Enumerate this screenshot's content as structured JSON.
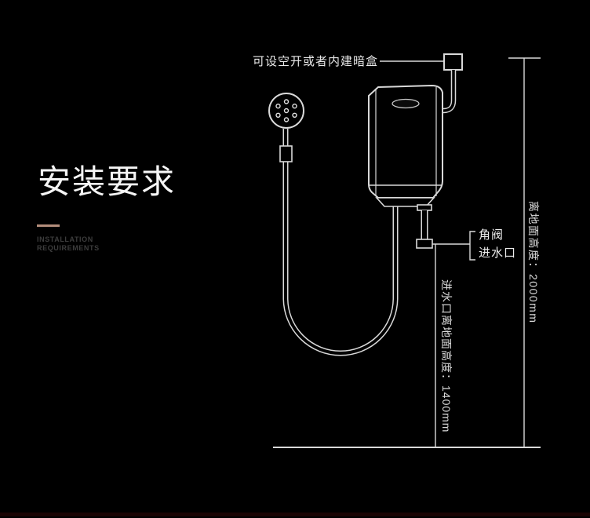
{
  "colors": {
    "bg": "#000000",
    "line": "#d9d9d9",
    "text-bright": "#f5f5f5",
    "text-dim": "#dcdcdc",
    "accent": "#b38d7b",
    "subtitle": "#3d3d3d",
    "footer": "#1a0404"
  },
  "title_block": {
    "title": "安装要求",
    "subtitle_line1": "INSTALLATION",
    "subtitle_line2": "REQUIREMENTS"
  },
  "diagram": {
    "top_label": "可设空开或者内建暗盒",
    "valve_label": "角阀",
    "inlet_label": "进水口",
    "inlet_height_label": "进水口离地面高度：1400mm",
    "overall_height_label": "离地面高度：2000mm",
    "inlet_height_value": "1400mm",
    "overall_height_value": "2000mm"
  }
}
